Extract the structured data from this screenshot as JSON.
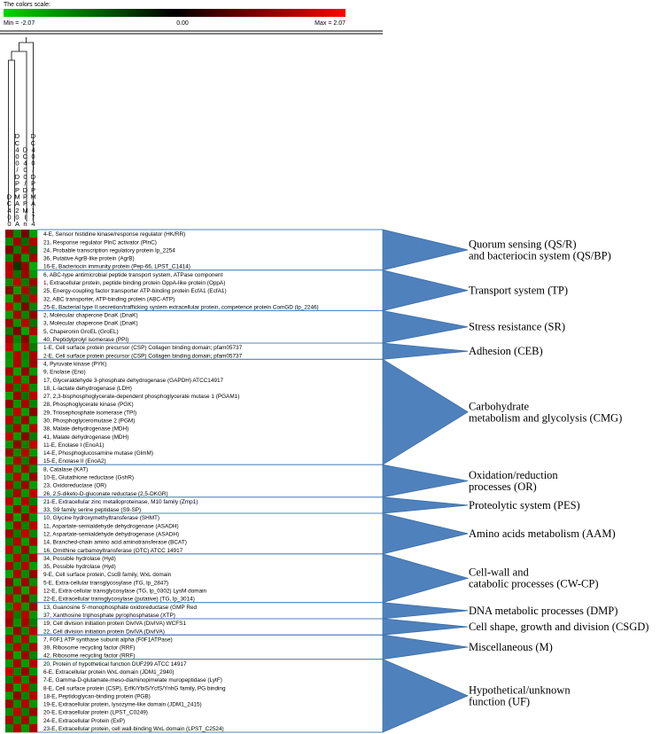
{
  "scale": {
    "title": "The colors scale:",
    "min_label": "Min = -2.07",
    "mid_label": "0.00",
    "max_label": "Max = 2.07",
    "colors": {
      "low": "#00d400",
      "mid": "#000000",
      "high": "#ff0000"
    }
  },
  "columns": [
    "DC400",
    "DC400/DPPMA20A",
    "DC400/DPPMIn",
    "DC400/DPPMA174"
  ],
  "groups": [
    {
      "label_lines": [
        "Quorum sensing (QS/R)",
        "and bacteriocin system (QS/BP)"
      ],
      "rows": [
        {
          "label": "4-E, Sensor histidine kinase/response regulator (HK/RR)",
          "values": [
            0.8,
            -0.9,
            0.5,
            -1.2
          ]
        },
        {
          "label": "21, Response regulator PlnC activator (PlnC)",
          "values": [
            -1.0,
            0.9,
            -0.6,
            1.1
          ]
        },
        {
          "label": "24, Probable transcription regulatory protein lp_2254",
          "values": [
            0.6,
            -0.8,
            1.0,
            -0.5
          ]
        },
        {
          "label": "36, Putative AgrB-like protein (AgrB)",
          "values": [
            -0.9,
            0.7,
            -1.1,
            0.9
          ]
        },
        {
          "label": "16-E, Bacteriocin immunity protein (Pep-66, LPST_C1414)",
          "values": [
            1.1,
            -0.2,
            0.8,
            -1.4
          ]
        }
      ]
    },
    {
      "label_lines": [
        "Transport system (TP)"
      ],
      "rows": [
        {
          "label": "6, ABC-type antimicrobial peptide transport system, ATPase component",
          "values": [
            1.2,
            -0.7,
            0.9,
            -1.1
          ]
        },
        {
          "label": "1, Extracellular protein, peptide binding protein OppA-like protein (OppA)",
          "values": [
            -1.0,
            1.3,
            -0.8,
            0.9
          ]
        },
        {
          "label": "25, Energy-coupling factor transporter ATP-binding protein EcfA1 (EcfA1)",
          "values": [
            0.7,
            -1.2,
            1.1,
            -0.6
          ]
        },
        {
          "label": "32, ABC transporter, ATP-binding protein (ABC-ATP)",
          "values": [
            -1.3,
            0.9,
            -0.7,
            1.2
          ]
        },
        {
          "label": "25-E, Bacterial type II secretion/trafficking system extracellular protein, competence protein ComGD (lp_2246)",
          "values": [
            1.4,
            -1.1,
            0.6,
            -0.9
          ]
        }
      ]
    },
    {
      "label_lines": [
        "Stress resistance (SR)"
      ],
      "rows": [
        {
          "label": "2, Molecular chaperone DnaK (DnaK)",
          "values": [
            -1.2,
            1.0,
            -0.9,
            0.8
          ]
        },
        {
          "label": "3, Molecular chaperone DnaK (DnaK)",
          "values": [
            0.9,
            -1.1,
            1.2,
            -0.7
          ]
        },
        {
          "label": "5, Chaperonin GroEL (GroEL)",
          "values": [
            -0.8,
            0.6,
            -1.3,
            1.1
          ]
        },
        {
          "label": "40, Peptidylprolyl isomerase (PPI)",
          "values": [
            1.0,
            -0.9,
            0.7,
            -1.2
          ]
        }
      ]
    },
    {
      "label_lines": [
        "Adhesion (CEB)"
      ],
      "rows": [
        {
          "label": "1-E, Cell surface protein precursor (CSP) Collagen binding domain; pfam05737",
          "values": [
            1.3,
            -1.2,
            1.0,
            -0.8
          ]
        },
        {
          "label": "2-E, Cell surface protein precursor (CSP) Collagen binding domain; pfam05737",
          "values": [
            -1.1,
            1.2,
            -0.9,
            1.0
          ]
        }
      ]
    },
    {
      "label_lines": [
        "Carbohydrate",
        "metabolism and glycolysis (CMG)"
      ],
      "rows": [
        {
          "label": "4, Pyruvate kinase (PYK)",
          "values": [
            -1.2,
            1.1,
            -1.0,
            0.9
          ]
        },
        {
          "label": "9, Enolase (Eno)",
          "values": [
            1.0,
            -1.3,
            0.8,
            -1.1
          ]
        },
        {
          "label": "17, Glyceraldehyde 3-phosphate dehydrogenase (GAPDH) ATCC14917",
          "values": [
            -0.9,
            1.2,
            -1.1,
            0.8
          ]
        },
        {
          "label": "18, L-lactate dehydrogenase (LDH)",
          "values": [
            1.1,
            -0.8,
            1.3,
            -1.0
          ]
        },
        {
          "label": "27, 2,3-bisphosphoglycerate-dependent phosphoglycerate mutase 1 (PGAM1)",
          "values": [
            -1.3,
            0.9,
            -0.7,
            1.2
          ]
        },
        {
          "label": "28, Phosphoglycerate kinase (PGK)",
          "values": [
            0.8,
            -1.1,
            1.0,
            -0.9
          ]
        },
        {
          "label": "29, Triosephosphate isomerase (TPI)",
          "values": [
            -1.0,
            1.3,
            -1.2,
            0.7
          ]
        },
        {
          "label": "30, Phosphoglyceromutase 2 (PGM)",
          "values": [
            1.2,
            -0.9,
            0.9,
            -1.3
          ]
        },
        {
          "label": "38, Malate dehydrogenase (MDH)",
          "values": [
            -0.8,
            1.0,
            -1.3,
            1.1
          ]
        },
        {
          "label": "41, Malate dehydrogenase (MDH)",
          "values": [
            1.3,
            -1.2,
            0.7,
            -0.8
          ]
        },
        {
          "label": "11-E, Enolase I (EnoA1)",
          "values": [
            -1.1,
            0.8,
            -0.9,
            1.3
          ]
        },
        {
          "label": "14-E, Phosphoglucosamine mutase (GlmM)",
          "values": [
            0.9,
            -1.0,
            1.2,
            -1.1
          ]
        },
        {
          "label": "15-E, Enolase II (EnoA2)",
          "values": [
            -1.2,
            1.1,
            -0.8,
            0.9
          ]
        }
      ]
    },
    {
      "label_lines": [
        "Oxidation/reduction",
        "processes (OR)"
      ],
      "rows": [
        {
          "label": "8, Catalase (KAT)",
          "values": [
            1.3,
            -1.1,
            1.0,
            -0.9
          ]
        },
        {
          "label": "10-E, Glutathione reductase (GshR)",
          "values": [
            -1.0,
            1.2,
            -1.2,
            0.8
          ]
        },
        {
          "label": "23, Oxidoreductase (OR)",
          "values": [
            1.1,
            -0.9,
            0.9,
            -1.2
          ]
        },
        {
          "label": "26, 2,5-diketo-D-gluconate reductase (2,5-DKGR)",
          "values": [
            -0.9,
            1.0,
            -1.1,
            1.3
          ]
        }
      ]
    },
    {
      "label_lines": [
        "Proteolytic system (PES)"
      ],
      "rows": [
        {
          "label": "21-E, Extracellular zinc metalloproteinase, M10 family (Zmp1)",
          "values": [
            1.2,
            -1.2,
            1.1,
            -0.8
          ]
        },
        {
          "label": "33, S9 family serine peptidase (S9-SP)",
          "values": [
            -1.1,
            0.9,
            -1.0,
            1.1
          ]
        }
      ]
    },
    {
      "label_lines": [
        "Amino acids metabolism (AAM)"
      ],
      "rows": [
        {
          "label": "10, Glycine hydroxymethyltransferase (SHMT)",
          "values": [
            1.0,
            -1.3,
            0.8,
            -1.0
          ]
        },
        {
          "label": "11, Aspartate-semialdehyde dehydrogenase (ASADH)",
          "values": [
            -1.2,
            1.0,
            -0.9,
            1.2
          ]
        },
        {
          "label": "12, Aspartate-semialdehyde dehydrogenase (ASADH)",
          "values": [
            0.9,
            -0.8,
            1.3,
            -0.9
          ]
        },
        {
          "label": "14, Branched-chain amino acid aminotransferase (BCAT)",
          "values": [
            -0.8,
            1.1,
            -1.2,
            1.0
          ]
        },
        {
          "label": "16, Ornithine carbamoyltransferase (OTC) ATCC 14917",
          "values": [
            1.3,
            -1.0,
            0.9,
            -1.3
          ]
        }
      ]
    },
    {
      "label_lines": [
        "Cell-wall and",
        "catabolic processes (CW-CP)"
      ],
      "rows": [
        {
          "label": "34, Possible hydrolase (Hyd)",
          "values": [
            -1.1,
            1.2,
            -0.8,
            0.9
          ]
        },
        {
          "label": "35, Possible hydrolase (Hyd)",
          "values": [
            1.0,
            -0.9,
            1.1,
            -1.2
          ]
        },
        {
          "label": "9-E, Cell surface protein, CscB family, WxL domain",
          "values": [
            -1.3,
            1.1,
            -1.0,
            0.8
          ]
        },
        {
          "label": "5-E, Extra-cellular transglycosylase (TG, lp_2847)",
          "values": [
            0.8,
            -1.2,
            0.9,
            -1.0
          ]
        },
        {
          "label": "12-E, Extra-cellular transglycosylase (TG, lp_0302) LysM domain",
          "values": [
            -0.9,
            1.0,
            -1.3,
            1.2
          ]
        },
        {
          "label": "22-E, Extracellular transglycosylase (putative) (TG, lp_3014)",
          "values": [
            1.2,
            -1.1,
            0.8,
            -0.9
          ]
        }
      ]
    },
    {
      "label_lines": [
        "DNA metabolic processes (DMP)"
      ],
      "rows": [
        {
          "label": "13, Guanosine 5'-monophosphate oxidoreductase (GMP Red",
          "values": [
            -1.0,
            1.3,
            -1.1,
            0.9
          ]
        },
        {
          "label": "37, Xanthosine triphosphate pyrophosphatase (XTP)",
          "values": [
            1.1,
            -0.8,
            1.2,
            -1.1
          ]
        }
      ]
    },
    {
      "label_lines": [
        "Cell shape, growth and division (CSGD)"
      ],
      "rows": [
        {
          "label": "19, Cell division initiation protein DivIVA (DivIVA) WCFS1",
          "values": [
            0.9,
            -1.1,
            1.0,
            -0.8
          ]
        },
        {
          "label": "22, Cell division initiation protein DivIVA (DivIVA)",
          "values": [
            -1.2,
            0.9,
            -0.9,
            1.2
          ]
        }
      ]
    },
    {
      "label_lines": [
        "Miscellaneous (M)"
      ],
      "rows": [
        {
          "label": "7, F0F1 ATP synthase subunit alpha (F0F1ATPase)",
          "values": [
            1.2,
            -1.0,
            1.1,
            -1.3
          ]
        },
        {
          "label": "39, Ribosome recycling factor (RRF)",
          "values": [
            -0.9,
            1.2,
            -0.8,
            1.0
          ]
        },
        {
          "label": "42, Ribosome recycling factor (RRF)",
          "values": [
            1.0,
            -1.3,
            0.9,
            -0.9
          ]
        }
      ]
    },
    {
      "label_lines": [
        "Hypothetical/unknown",
        "function (UF)"
      ],
      "rows": [
        {
          "label": "20, Protein of hypothetical function DUF299 ATCC 14917",
          "values": [
            -1.1,
            1.0,
            -1.2,
            1.1
          ]
        },
        {
          "label": "6-E, Extracellular protein WxL domain (JDM1_2940)",
          "values": [
            1.3,
            -0.9,
            0.8,
            -1.0
          ]
        },
        {
          "label": "7-E, Gamma-D-glutamate-meso-diaminopimelate muropeptidase (LytF)",
          "values": [
            -0.8,
            1.1,
            -1.0,
            0.9
          ]
        },
        {
          "label": "8-E, Cell surface protein (CSP), ErfK/YbiS/YcfS/YnhG family, PG binding",
          "values": [
            1.0,
            -1.2,
            1.3,
            -0.8
          ]
        },
        {
          "label": "18-E, Peptidoglycan-binding protein (PGB)",
          "values": [
            -1.2,
            0.8,
            -0.9,
            1.2
          ]
        },
        {
          "label": "19-E, Extracellular protein, lysozyme-like domain (JDM1_2415)",
          "values": [
            0.9,
            -1.0,
            1.1,
            -1.1
          ]
        },
        {
          "label": "20-E, Extracellular protein (LPST_C0249)",
          "values": [
            -1.0,
            1.3,
            -0.8,
            0.9
          ]
        },
        {
          "label": "24-E, Extracellular Protein (ExP)",
          "values": [
            1.1,
            -0.9,
            1.0,
            -1.2
          ]
        },
        {
          "label": "23-E, Extracellular protein, cell wall-binding WxL domain (LPST_C2524)",
          "values": [
            -0.9,
            1.1,
            -1.1,
            1.0
          ]
        }
      ]
    }
  ]
}
